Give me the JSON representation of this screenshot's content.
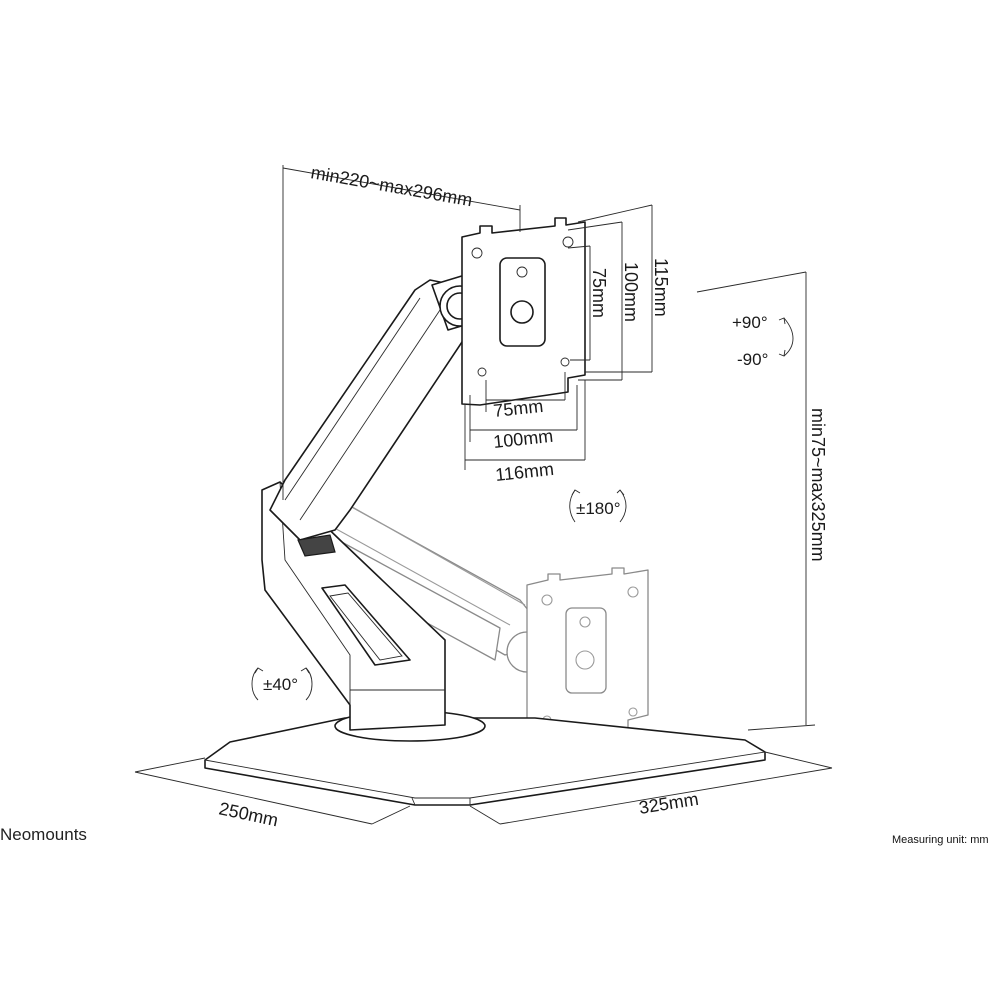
{
  "brand": "Neomounts",
  "measuring_unit": "Measuring unit: mm",
  "dimensions": {
    "reach": "min220~max296mm",
    "height_range": "min75~max325mm",
    "vesa_h_75": "75mm",
    "vesa_h_100": "100mm",
    "plate_width": "116mm",
    "vesa_v_75": "75mm",
    "vesa_v_100": "100mm",
    "plate_height": "115mm",
    "base_depth": "250mm",
    "base_width": "325mm"
  },
  "rotations": {
    "tilt_up": "+90°",
    "tilt_down": "-90°",
    "swivel": "±180°",
    "base_swivel": "±40°"
  }
}
